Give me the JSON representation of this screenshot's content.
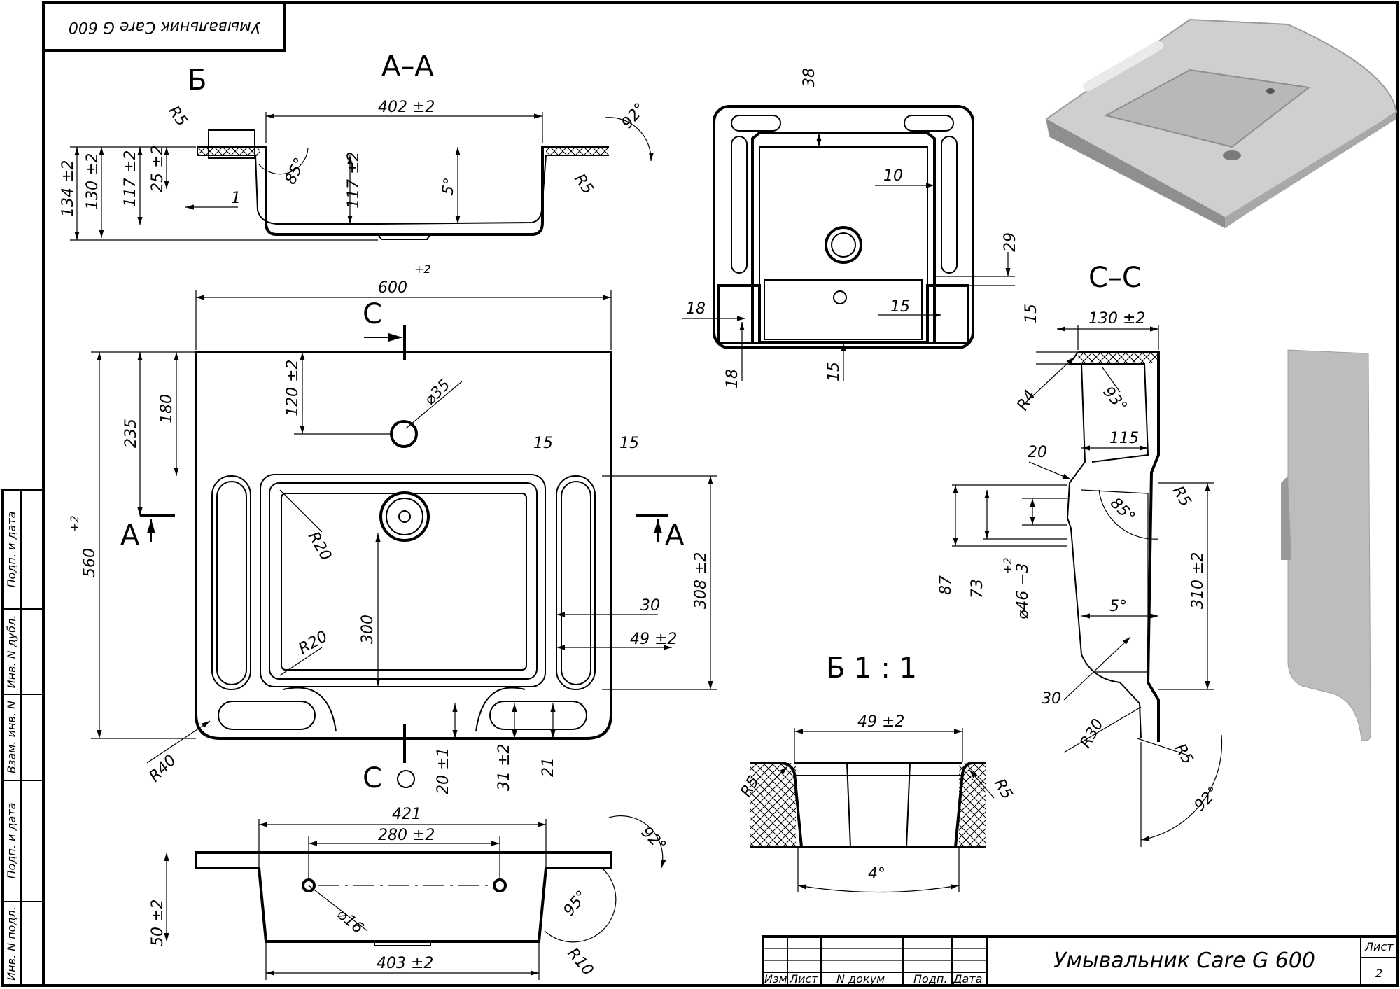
{
  "stamp": {
    "text": "Умывальник Care G 600"
  },
  "sections": {
    "aa": "А–А",
    "b": "Б",
    "cc": "С–С",
    "b_scale": "Б 1 : 1"
  },
  "markers": {
    "a": "А",
    "c": "С"
  },
  "view_aa": {
    "width": "402 ±2",
    "h134": "134 ±2",
    "h130": "130 ±2",
    "h117": "117 ±2",
    "h25": "25 ±2",
    "inner117": "117 ±2",
    "one": "1",
    "ang85": "85°",
    "ang5": "5°",
    "ang92": "92°",
    "r5a": "R5",
    "r5b": "R5"
  },
  "view_plan": {
    "width": "600",
    "width_tol": "+2",
    "height": "560",
    "height_tol": "+2",
    "d235": "235",
    "d180": "180",
    "d120": "120 ±2",
    "hole": "⌀35",
    "d15a": "15",
    "d15b": "15",
    "r20a": "R20",
    "r20b": "R20",
    "d300": "300",
    "d30": "30",
    "d49": "49 ±2",
    "d308": "308 ±2",
    "r40": "R40",
    "d20": "20 ±1",
    "d31": "31 ±2",
    "d21": "21"
  },
  "view_bottom": {
    "d421": "421",
    "d280": "280 ±2",
    "d403": "403 ±2",
    "d50": "50 ±2",
    "hole": "⌀16",
    "ang92": "92°",
    "ang95": "95°",
    "r10": "R10"
  },
  "view_top": {
    "d38": "38",
    "d10": "10",
    "d29": "29",
    "d18a": "18",
    "d18b": "18",
    "d15a": "15",
    "d15b": "15"
  },
  "view_cc": {
    "d15": "15",
    "d130": "130 ±2",
    "r4": "R4",
    "ang93": "93°",
    "d115": "115",
    "d20": "20",
    "r5a": "R5",
    "ang85": "85°",
    "d87": "87",
    "d73": "73",
    "d46": "⌀46 −3",
    "d46_tol": "+2",
    "ang5": "5°",
    "d310": "310 ±2",
    "d30": "30",
    "r30": "R30",
    "r5b": "R5",
    "ang92": "92°"
  },
  "view_b": {
    "d49": "49 ±2",
    "r5a": "R5",
    "r5b": "R5",
    "ang4": "4°"
  },
  "side_strip": {
    "s1": "Подп. и дата",
    "s2": "Инв. N дубл.",
    "s3": "Взам. инв. N",
    "s4": "Подп. и дата",
    "s5": "Инв. N подл."
  },
  "title_block": {
    "izm": "Изм",
    "list": "Лист",
    "ndoc": "N докум",
    "podp": "Подп.",
    "data": "Дата",
    "name": "Умывальник Care G 600",
    "sheet_label": "Лист",
    "sheet_no": "2"
  }
}
